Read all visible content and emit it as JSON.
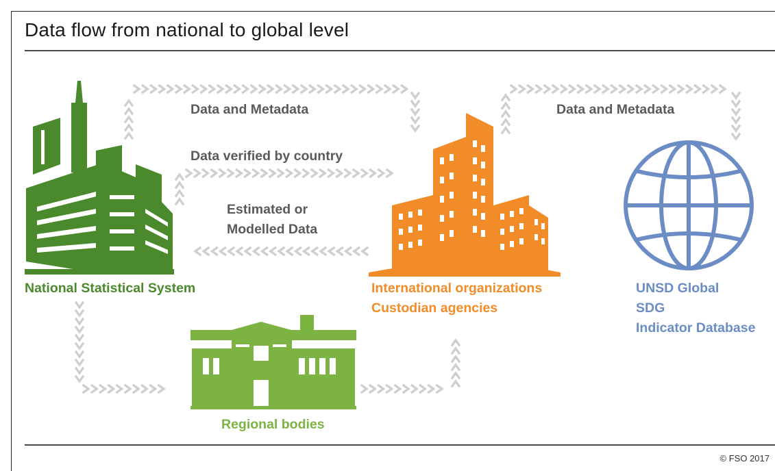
{
  "title": "Data flow from national to global level",
  "flows": {
    "top_left": "Data and Metadata",
    "top_right": "Data and Metadata",
    "verified": "Data verified by country",
    "estimated_line1": "Estimated or",
    "estimated_line2": "Modelled Data"
  },
  "nodes": {
    "national": "National Statistical System",
    "international_line1": "International organizations",
    "international_line2": "Custodian agencies",
    "unsd_line1": "UNSD Global",
    "unsd_line2": "SDG",
    "unsd_line3": "Indicator Database",
    "regional": "Regional bodies"
  },
  "copyright": "© FSO 2017",
  "colors": {
    "national": "#4a8a2d",
    "international": "#f28c28",
    "unsd": "#6b8cc5",
    "regional": "#7cb342",
    "arrows": "#cfcfcf",
    "flow_text": "#5a5a5a"
  },
  "icons": {
    "national": "green-city-building-icon",
    "international": "orange-skyscrapers-icon",
    "unsd": "globe-icon",
    "regional": "house-icon"
  }
}
